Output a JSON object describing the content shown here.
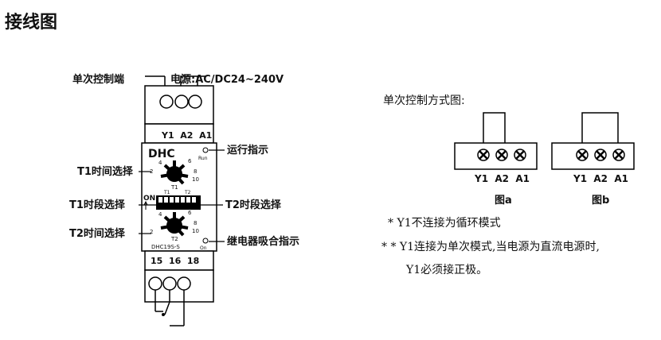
{
  "page_title": "接线图",
  "device": {
    "top_label_left": "单次控制端",
    "top_label_power": "电源:AC/DC24~240V",
    "top_terminals": "Y1  A2  A1",
    "model_short": "DHC",
    "run_led_label": "Run",
    "t1_dial_name": "T1",
    "t1_dial_ticks": [
      "2",
      "4",
      "6",
      "8",
      "10"
    ],
    "switch_on_label": "ON",
    "switch_group_left": "T1",
    "switch_group_right": "T2",
    "t2_dial_name": "T2",
    "t2_dial_ticks": [
      "2",
      "4",
      "6",
      "8",
      "10"
    ],
    "model_full": "DHC19S-S",
    "relay_led_label": "On",
    "bottom_terminals": "15  16  18"
  },
  "callouts": {
    "run_indicator": "运行指示",
    "t1_time_select": "T1时间选择",
    "t1_range_select": "T1时段选择",
    "t2_range_select": "T2时段选择",
    "t2_time_select": "T2时间选择",
    "relay_indicator": "继电器吸合指示"
  },
  "right_panel": {
    "heading": "单次控制方式图:",
    "figure_a": {
      "terminals": "Y1  A2  A1",
      "caption": "图a"
    },
    "figure_b": {
      "terminals": "Y1  A2  A1",
      "caption": "图b"
    },
    "note_1": "* Y1不连接为循环模式",
    "note_2": "* * Y1连接为单次模式,当电源为直流电源时,",
    "note_3": "Y1必须接正极。"
  }
}
